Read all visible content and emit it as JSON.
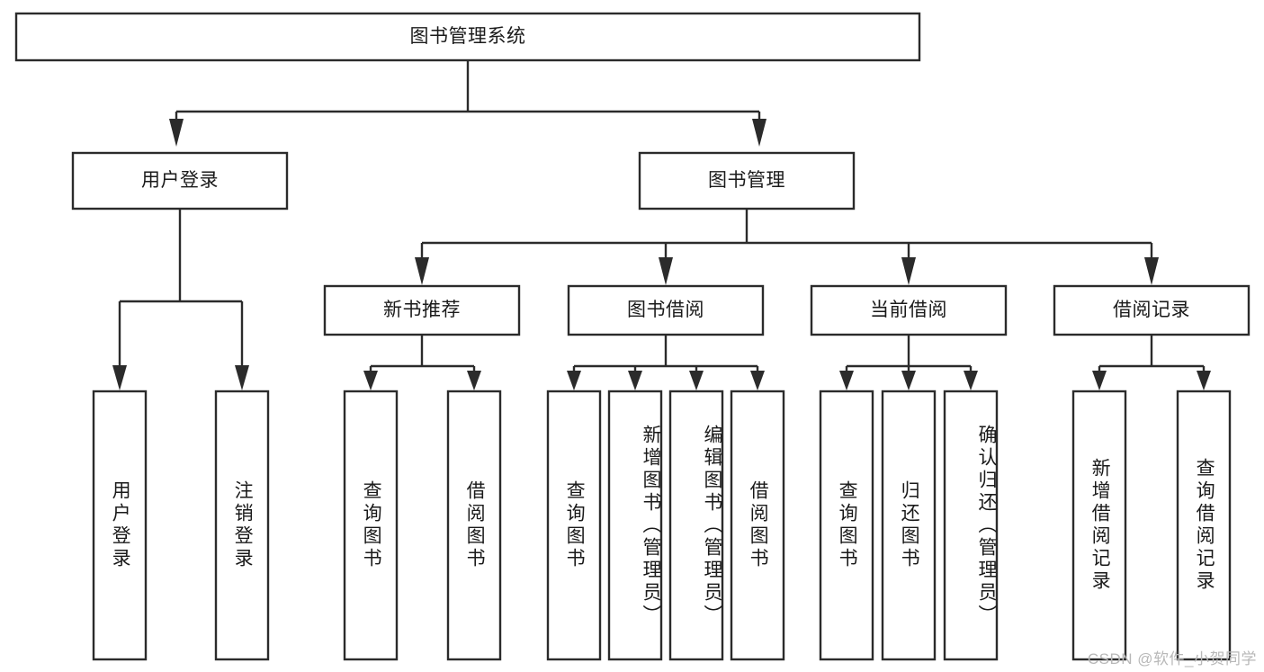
{
  "diagram": {
    "title": "图书管理系统",
    "watermark": "CSDN @软件_小贺同学",
    "colors": {
      "box_stroke": "#2b2b2b",
      "box_fill": "#ffffff",
      "text": "#1a1a1a",
      "watermark": "#b8b8b8",
      "background": "#ffffff"
    },
    "root": {
      "label": "图书管理系统"
    },
    "level2": [
      {
        "label": "用户登录"
      },
      {
        "label": "图书管理"
      }
    ],
    "level3": [
      {
        "label": "新书推荐"
      },
      {
        "label": "图书借阅"
      },
      {
        "label": "当前借阅"
      },
      {
        "label": "借阅记录"
      }
    ],
    "leaves": {
      "user_login": [
        {
          "label": "用户登录"
        },
        {
          "label": "注销登录"
        }
      ],
      "new_book_recommend": [
        {
          "label": "查询图书"
        },
        {
          "label": "借阅图书"
        }
      ],
      "book_borrow": [
        {
          "label": "查询图书"
        },
        {
          "label": "新增图书（管理员）"
        },
        {
          "label": "编辑图书（管理员）"
        },
        {
          "label": "借阅图书"
        }
      ],
      "current_borrow": [
        {
          "label": "查询图书"
        },
        {
          "label": "归还图书"
        },
        {
          "label": "确认归还（管理员）"
        }
      ],
      "borrow_record": [
        {
          "label": "新增借阅记录"
        },
        {
          "label": "查询借阅记录"
        }
      ]
    }
  }
}
